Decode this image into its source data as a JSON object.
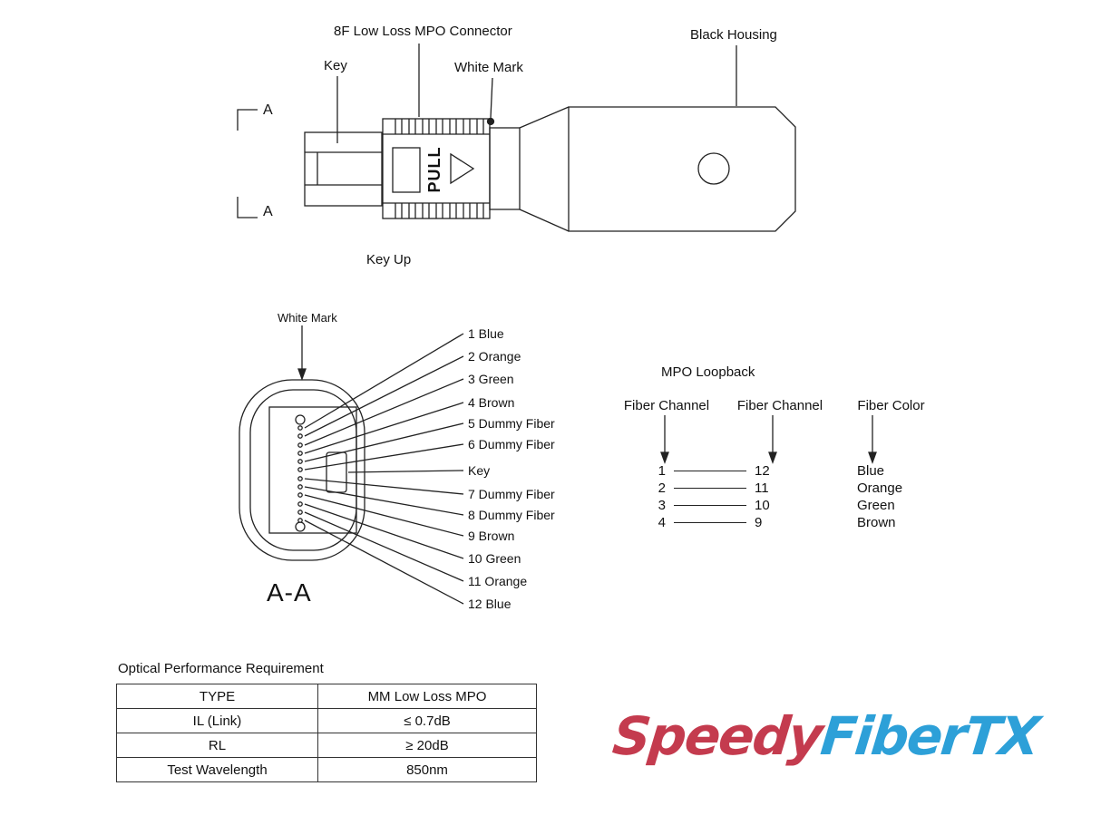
{
  "colors": {
    "line": "#222222",
    "logo_red": "#c43b4e",
    "logo_blue": "#2da0d8"
  },
  "top_view": {
    "connector_label": "8F Low Loss MPO Connector",
    "key_label": "Key",
    "white_mark_label": "White Mark",
    "black_housing_label": "Black Housing",
    "section_marker_top": "A",
    "section_marker_bottom": "A",
    "key_up_label": "Key Up",
    "pull_label": "PULL"
  },
  "cross_section": {
    "white_mark_label": "White Mark",
    "section_title": "A-A",
    "fiber_labels": [
      "1 Blue",
      "2 Orange",
      "3 Green",
      "4 Brown",
      "5 Dummy Fiber",
      "6 Dummy Fiber",
      "Key",
      "7 Dummy Fiber",
      "8 Dummy Fiber",
      "9 Brown",
      "10 Green",
      "11 Orange",
      "12 Blue"
    ]
  },
  "loopback": {
    "title": "MPO Loopback",
    "headers": [
      "Fiber Channel",
      "Fiber Channel",
      "Fiber Color"
    ],
    "mappings": [
      {
        "from": "1",
        "to": "12"
      },
      {
        "from": "2",
        "to": "11"
      },
      {
        "from": "3",
        "to": "10"
      },
      {
        "from": "4",
        "to": "9"
      }
    ],
    "fiber_colors": [
      "Blue",
      "Orange",
      "Green",
      "Brown"
    ]
  },
  "performance_table": {
    "title": "Optical Performance Requirement",
    "rows": [
      {
        "label": "TYPE",
        "value": "MM Low Loss MPO"
      },
      {
        "label": "IL (Link)",
        "value": "≤ 0.7dB"
      },
      {
        "label": "RL",
        "value": "≥ 20dB"
      },
      {
        "label": "Test Wavelength",
        "value": "850nm"
      }
    ]
  },
  "logo": {
    "part1": "Speedy",
    "part2": "FiberTX"
  }
}
